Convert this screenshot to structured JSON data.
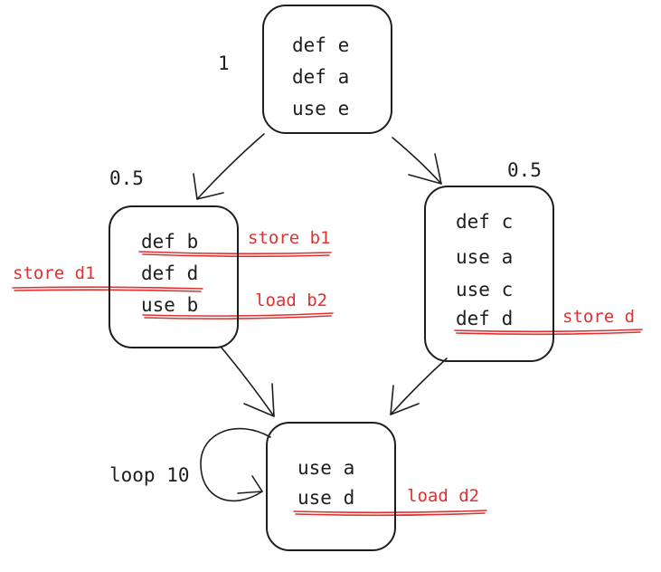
{
  "colors": {
    "ink": "#1e1e1e",
    "spill": "#e03131"
  },
  "blocks": {
    "entry": {
      "frequency": "1",
      "lines": [
        "def e",
        "def a",
        "use e"
      ]
    },
    "left": {
      "frequency": "0.5",
      "lines": [
        "def b",
        "def d",
        "use b"
      ]
    },
    "right": {
      "frequency": "0.5",
      "lines": [
        "def c",
        "use a",
        "use c",
        "def d"
      ]
    },
    "exit": {
      "frequency": "loop 10",
      "lines": [
        "use a",
        "use d"
      ]
    }
  },
  "spill_annotations": {
    "store_b1": "store b1",
    "store_d1": "store d1",
    "load_b2": "load b2",
    "store_d": "store d",
    "load_d2": "load d2"
  }
}
